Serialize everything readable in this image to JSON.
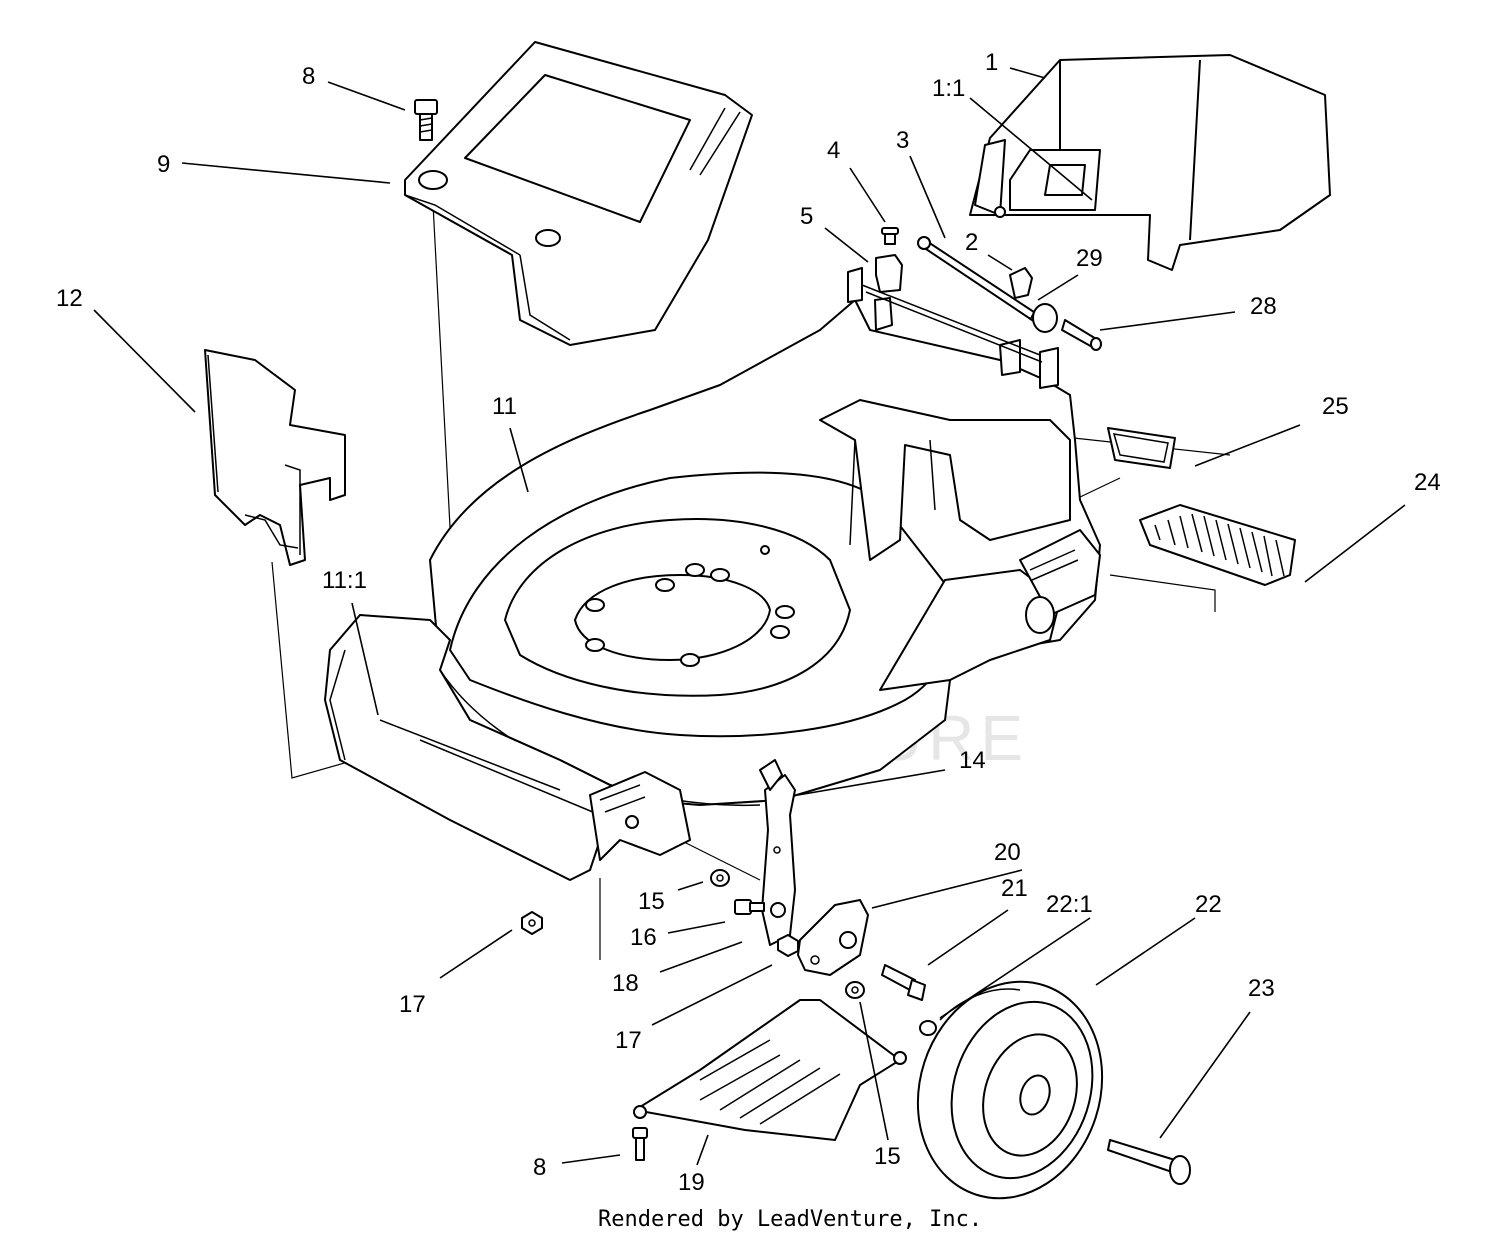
{
  "watermark": "LEADVENTURE",
  "credit": "Rendered by LeadVenture, Inc.",
  "colors": {
    "line": "#000000",
    "background": "#ffffff",
    "watermark": "#e6e6e6"
  },
  "labels": {
    "p1": "1",
    "p1_1": "1:1",
    "p2": "2",
    "p3": "3",
    "p4": "4",
    "p5": "5",
    "p8_top": "8",
    "p8_bottom": "8",
    "p9": "9",
    "p11": "11",
    "p11_1": "11:1",
    "p12": "12",
    "p14": "14",
    "p15_left": "15",
    "p15_bottom": "15",
    "p16": "16",
    "p17_left": "17",
    "p17_mid": "17",
    "p18": "18",
    "p19": "19",
    "p20": "20",
    "p21": "21",
    "p22": "22",
    "p22_1": "22:1",
    "p23": "23",
    "p24": "24",
    "p25": "25",
    "p28": "28",
    "p29": "29"
  }
}
